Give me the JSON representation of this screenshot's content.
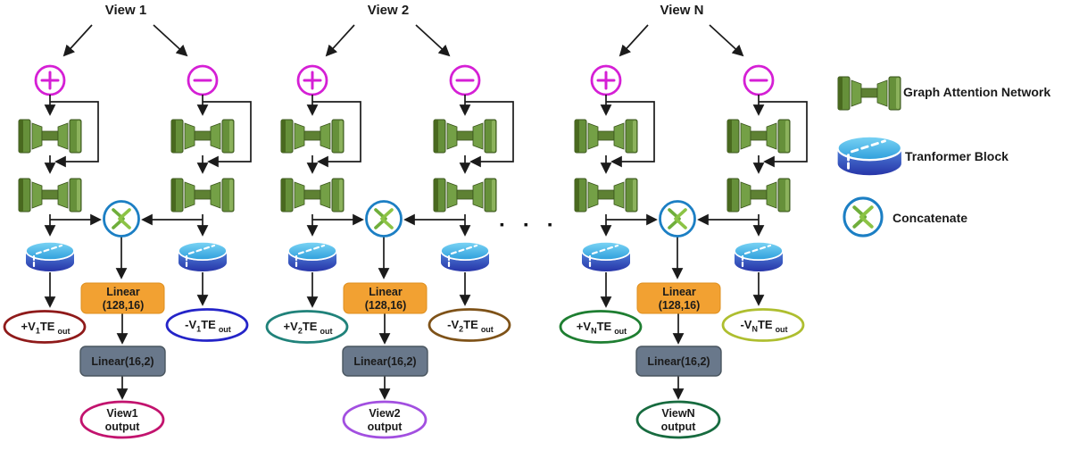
{
  "views": [
    {
      "title": "View 1",
      "pos_label": {
        "pre": "+V",
        "sub": "1",
        "mid": "TE",
        "sub2": "out"
      },
      "neg_label": {
        "pre": "-V",
        "sub": "1",
        "mid": "TE",
        "sub2": "out"
      },
      "linear1_line1": "Linear",
      "linear1_line2": "(128,16)",
      "linear2": "Linear(16,2)",
      "output_line1": "View1",
      "output_line2": "output",
      "colors": {
        "pos": "#8F1A1A",
        "neg": "#2424C8",
        "output": "#C2136E"
      }
    },
    {
      "title": "View 2",
      "pos_label": {
        "pre": "+V",
        "sub": "2",
        "mid": "TE",
        "sub2": "out"
      },
      "neg_label": {
        "pre": "-V",
        "sub": "2",
        "mid": "TE",
        "sub2": "out"
      },
      "linear1_line1": "Linear",
      "linear1_line2": "(128,16)",
      "linear2": "Linear(16,2)",
      "output_line1": "View2",
      "output_line2": "output",
      "colors": {
        "pos": "#20827A",
        "neg": "#7E5218",
        "output": "#A24FE0"
      }
    },
    {
      "title": "View N",
      "pos_label": {
        "pre": "+V",
        "sub": "N",
        "mid": "TE",
        "sub2": "out"
      },
      "neg_label": {
        "pre": "-V",
        "sub": "N",
        "mid": "TE",
        "sub2": "out"
      },
      "linear1_line1": "Linear",
      "linear1_line2": "(128,16)",
      "linear2": "Linear(16,2)",
      "output_line1": "ViewN",
      "output_line2": "output",
      "colors": {
        "pos": "#1E7E31",
        "neg": "#AEBE2F",
        "output": "#176B3F"
      }
    }
  ],
  "dots": "▪ ▪ ▪",
  "legend": {
    "items": [
      {
        "icon": "graph-attention-network-icon",
        "label": "Graph Attention Network"
      },
      {
        "icon": "transformer-block-icon",
        "label": "Tranformer Block"
      },
      {
        "icon": "concatenate-icon",
        "label": "Concatenate"
      }
    ]
  },
  "colors": {
    "plus_minus_node": "#D51FD5",
    "concat_ring": "#1C7FC4",
    "concat_x": "#6FAE3B",
    "linear_128_16_fill": "#F2A132",
    "linear_16_2_fill": "#69788B",
    "gat_green": "#66903A",
    "transformer_blue": "#2A3BAE",
    "wire": "#1B1B1B"
  }
}
